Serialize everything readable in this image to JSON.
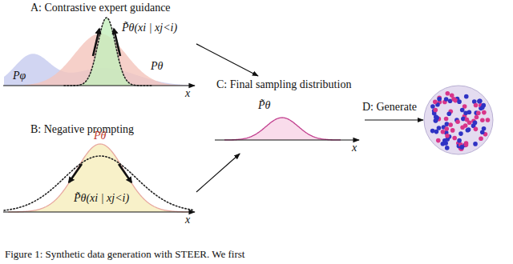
{
  "diagram": {
    "caption": "Figure 1: Synthetic data generation with STEER. We first",
    "nodes": [
      {
        "text": [
          "A: Contrastive expert guidance"
        ]
      },
      {
        "text": [
          "B: Negative prompting"
        ]
      },
      {
        "text": [
          "C: Final sampling distribution"
        ]
      },
      {
        "text": [
          "D: Generate"
        ]
      }
    ],
    "edges": [
      {
        "from": 0,
        "to": 2,
        "arrow": "to"
      },
      {
        "from": 1,
        "to": 2,
        "arrow": "to"
      },
      {
        "from": 2,
        "to": 3,
        "arrow": "to"
      }
    ],
    "labels": [
      "P̃θ(xi | xj<i)",
      "Pφ",
      "Pθ",
      "x",
      "Pθ",
      "P̃θ(xi | xj<i)",
      "x",
      "P̃θ",
      "x"
    ]
  }
}
